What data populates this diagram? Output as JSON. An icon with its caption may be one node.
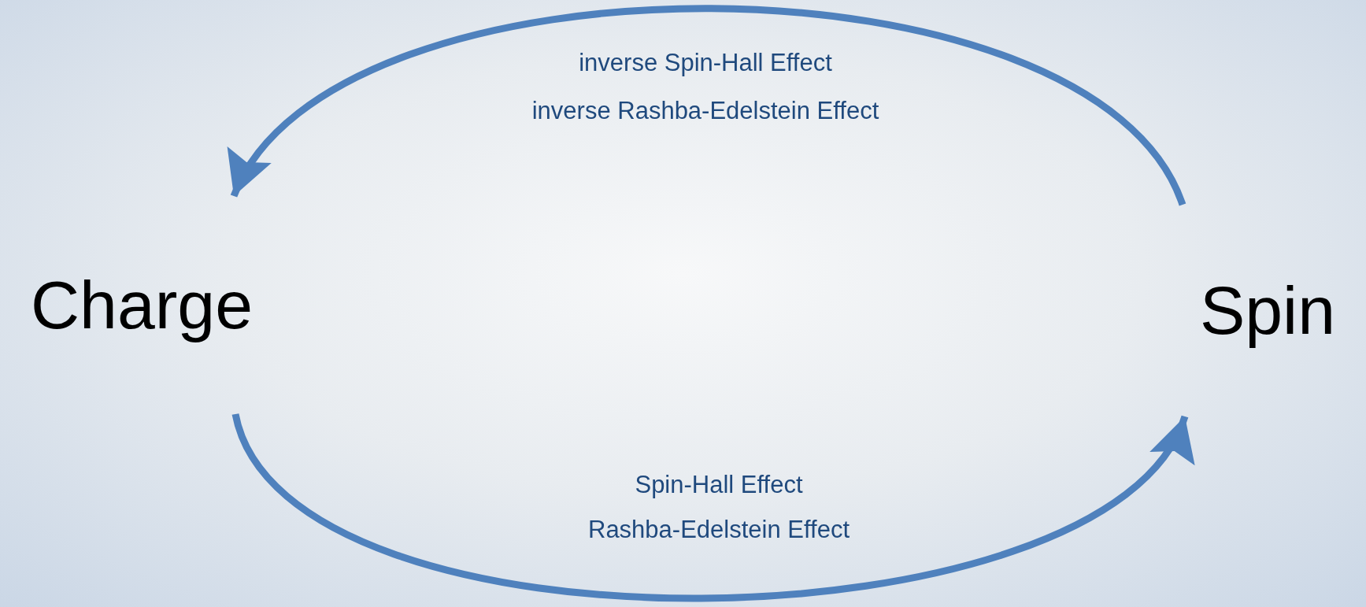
{
  "diagram": {
    "nodes": [
      {
        "text": [
          "Charge"
        ]
      },
      {
        "text": [
          "Spin"
        ]
      }
    ],
    "edges": [
      {
        "from": 1,
        "to": 0,
        "arrow": "to"
      },
      {
        "from": 0,
        "to": 1,
        "arrow": "to"
      }
    ],
    "labels": [
      "inverse Spin-Hall Effect",
      "inverse Rashba-Edelstein Effect",
      "Spin-Hall Effect",
      "Rashba-Edelstein Effect"
    ]
  }
}
